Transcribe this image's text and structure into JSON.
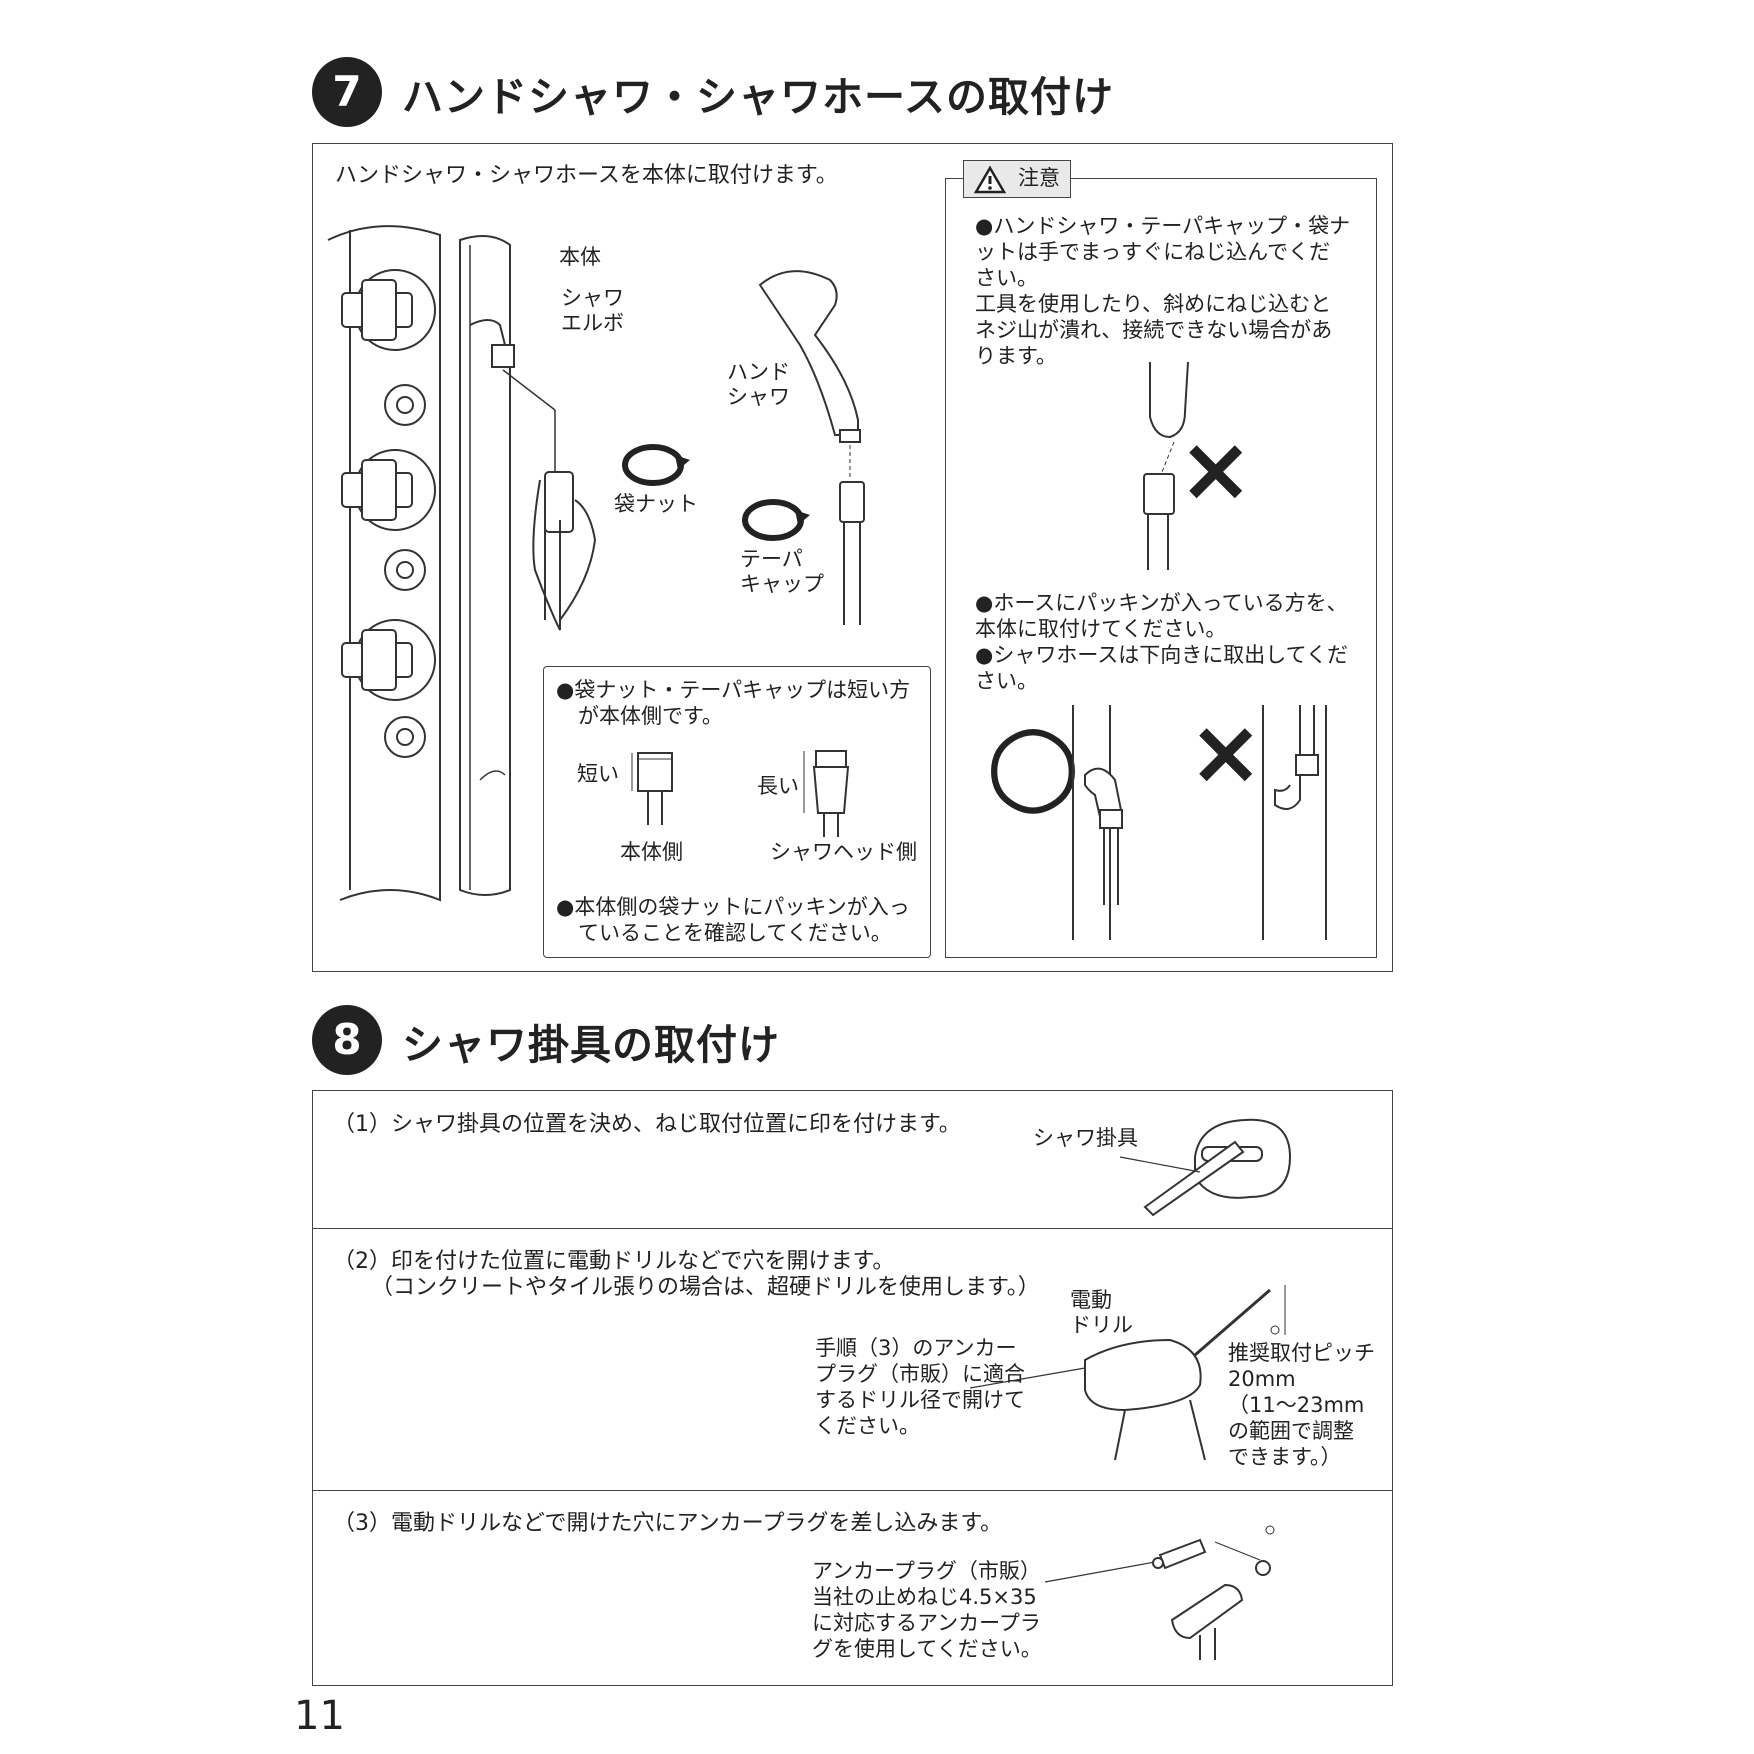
{
  "section7": {
    "number": "7",
    "title": "ハンドシャワ・シャワホースの取付け",
    "intro": "ハンドシャワ・シャワホースを本体に取付けます。",
    "labels": {
      "body": "本体",
      "elbow": "シャワ\nエルボ",
      "handshower": "ハンド\nシャワ",
      "nut": "袋ナット",
      "taper_cap": "テーパ\nキャップ"
    },
    "inner_note": {
      "line1": "●袋ナット・テーパキャップは短い方",
      "line2": "が本体側です。",
      "short": "短い",
      "long": "長い",
      "body_side": "本体側",
      "head_side": "シャワヘッド側",
      "line3": "●本体側の袋ナットにパッキンが入っ",
      "line4": "ていることを確認してください。"
    },
    "caution": {
      "title": "注意",
      "p1": "●ハンドシャワ・テーパキャップ・袋ナ\nットは手でまっすぐにねじ込んでくだ\nさい。\n工具を使用したり、斜めにねじ込むと\nネジ山が潰れ、接続できない場合があ\nります。",
      "p2": "●ホースにパッキンが入っている方を、\n本体に取付けてください。\n●シャワホースは下向きに取出してくだ\nさい。",
      "ok_mark": "○",
      "ng_mark": "×"
    }
  },
  "section8": {
    "number": "8",
    "title": "シャワ掛具の取付け",
    "step1": {
      "text": "（1）シャワ掛具の位置を決め、ねじ取付位置に印を付けます。",
      "label": "シャワ掛具"
    },
    "step2": {
      "text": "（2）印を付けた位置に電動ドリルなどで穴を開けます。",
      "sub": "（コンクリートやタイル張りの場合は、超硬ドリルを使用します。）",
      "drill": "電動\nドリル",
      "note": "手順（3）のアンカー\nプラグ（市販）に適合\nするドリル径で開けて\nください。",
      "pitch": "推奨取付ピッチ\n20mm\n（11～23mm\n の範囲で調整\n できます。）"
    },
    "step3": {
      "text": "（3）電動ドリルなどで開けた穴にアンカープラグを差し込みます。",
      "note": "アンカープラグ（市販）\n当社の止めねじ4.5×35\nに対応するアンカープラ\nグを使用してください。"
    }
  },
  "page_number": "11"
}
